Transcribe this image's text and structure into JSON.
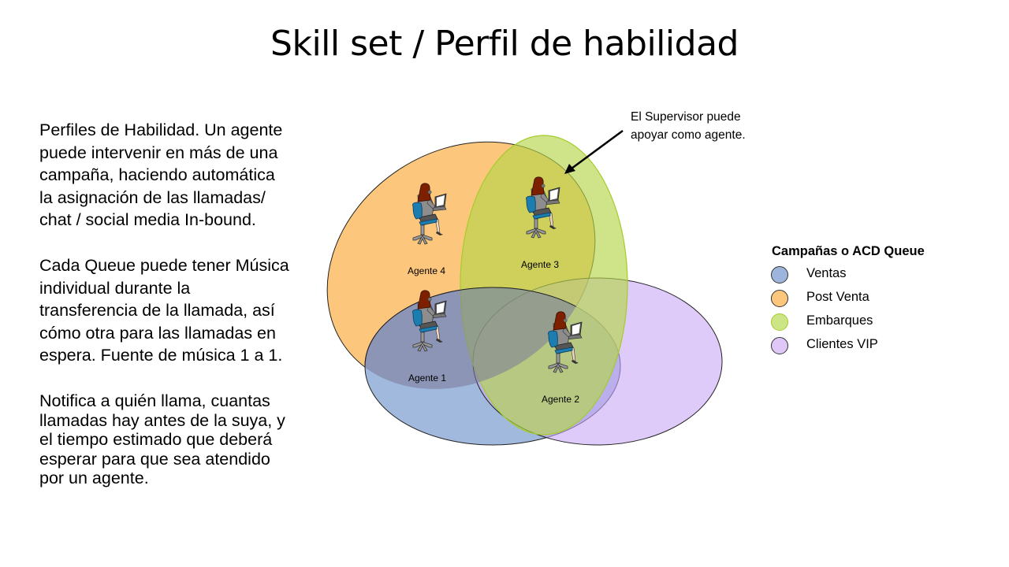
{
  "title": "Skill set / Perfil de habilidad",
  "paragraphs": [
    {
      "lines": [
        "Perfiles de Habilidad. Un agente",
        "puede intervenir en más de una",
        "campaña, haciendo automática",
        "la asignación de las llamadas/",
        "chat / social media In-bound."
      ]
    },
    {
      "lines": [
        "Cada Queue puede tener Música",
        "individual durante la",
        "transferencia de la llamada, así",
        "cómo otra para las llamadas en",
        "espera. Fuente de música 1 a 1."
      ]
    },
    {
      "lines": [
        "Notifica a quién llama, cuantas",
        "llamadas hay antes de la suya, y",
        "el tiempo estimado que deberá",
        "esperar para que sea atendido",
        "por un agente."
      ]
    }
  ],
  "note": {
    "lines": [
      "El Supervisor puede",
      "apoyar como agente."
    ],
    "icon": "arrow-icon"
  },
  "legend": {
    "title": "Campañas o ACD Queue",
    "items": [
      {
        "label": "Ventas",
        "color": "#9db5dc",
        "border": "#333333"
      },
      {
        "label": "Post Venta",
        "color": "#fcc77c",
        "border": "#333333"
      },
      {
        "label": "Embarques",
        "color": "#cde584",
        "border": "#a4cc2c"
      },
      {
        "label": "Clientes VIP",
        "color": "#dfc8f8",
        "border": "#333333"
      }
    ]
  },
  "agents": [
    {
      "label": "Agente 4",
      "icon": "agent-at-desk-icon"
    },
    {
      "label": "Agente 3",
      "icon": "agent-at-desk-icon"
    },
    {
      "label": "Agente 1",
      "icon": "agent-at-desk-icon"
    },
    {
      "label": "Agente 2",
      "icon": "agent-at-desk-icon"
    }
  ]
}
